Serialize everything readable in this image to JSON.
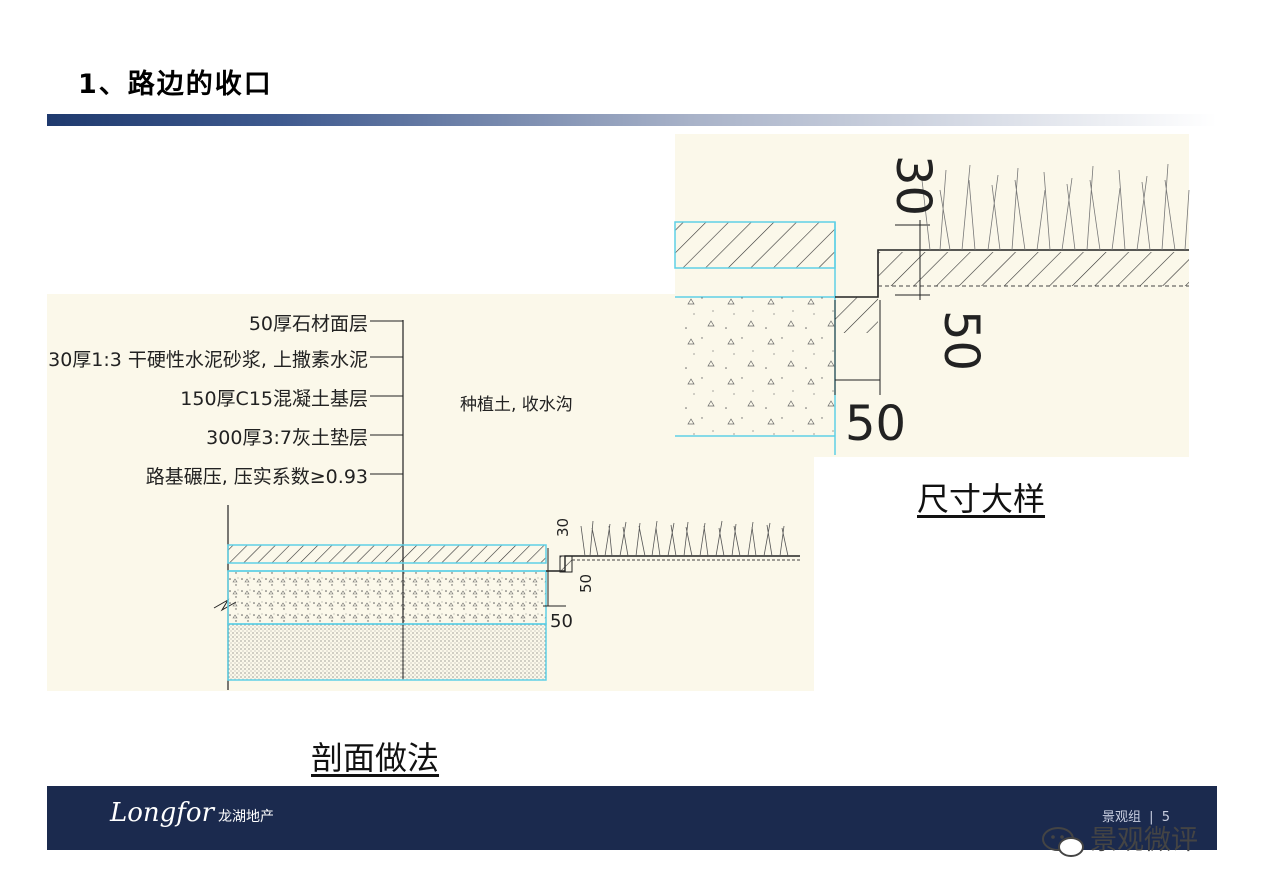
{
  "slide": {
    "title": "1、路边的收口",
    "section_caption": "剖面做法",
    "detail_caption": "尺寸大样"
  },
  "section_drawing": {
    "layers": [
      "50厚石材面层",
      "30厚1:3 干硬性水泥砂浆, 上撒素水泥",
      "150厚C15混凝土基层",
      "300厚3:7灰土垫层",
      "路基碾压, 压实系数≥0.93"
    ],
    "planting_note": "种植土, 收水沟",
    "dimensions": [
      "30",
      "50",
      "50"
    ]
  },
  "detail_drawing": {
    "dimensions": [
      "30",
      "50",
      "50"
    ]
  },
  "footer": {
    "brand": "Longfor",
    "brand_cn": "龙湖地产",
    "dept": "景观组",
    "page": "5",
    "watermark": "景观微评"
  },
  "colors": {
    "title_bar_dark": "#1f3a6e",
    "footer_bg": "#1b2a4e",
    "panel_bg": "#fbf8ea",
    "layer_line": "#5fd0e6"
  }
}
